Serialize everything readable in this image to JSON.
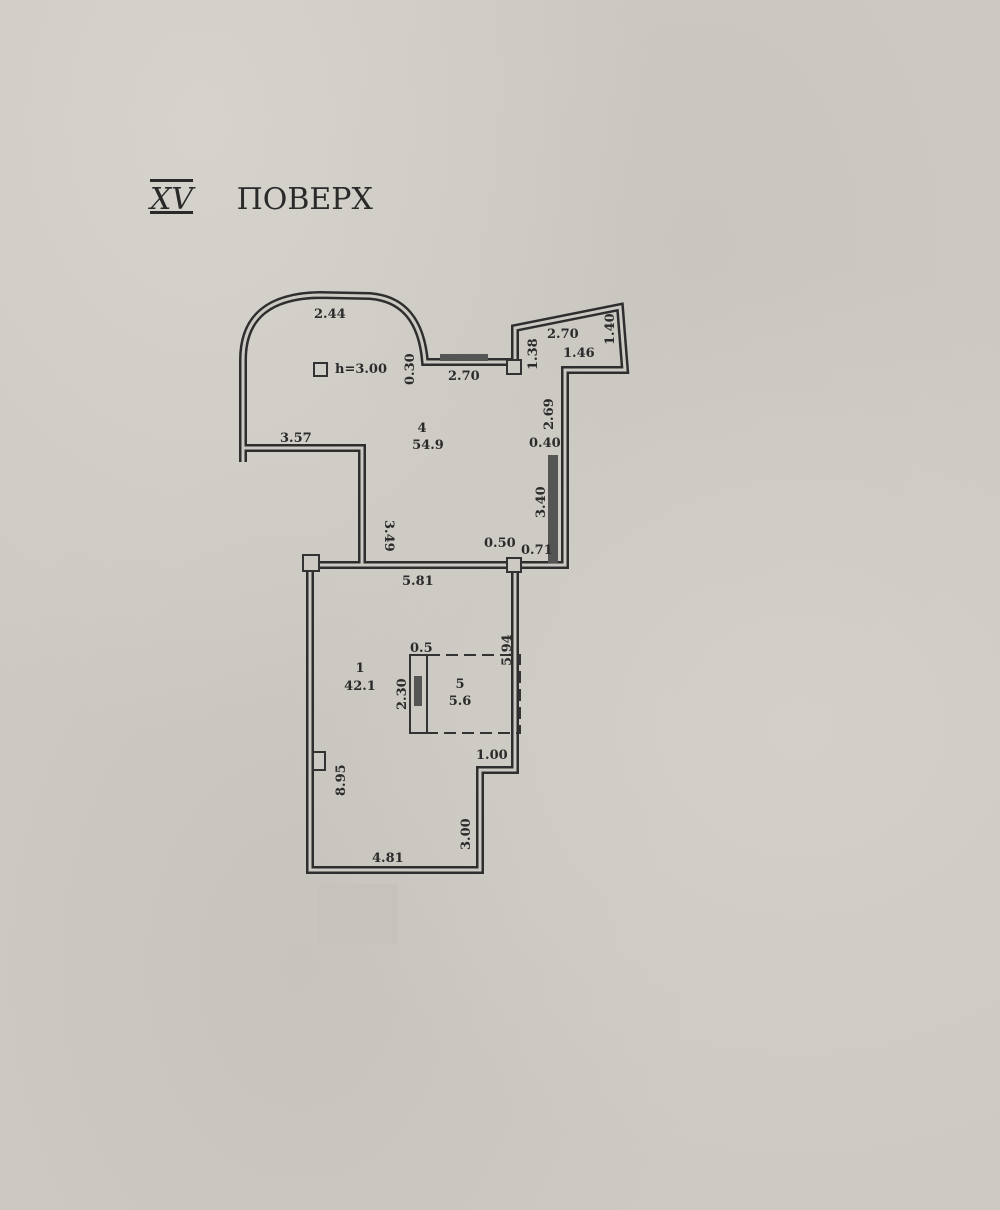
{
  "header": {
    "floor_number": "XV",
    "floor_word": "ПОВЕРХ"
  },
  "plan": {
    "ceiling_height": "h=3.00",
    "rooms": [
      {
        "number": "4",
        "area": "54.9"
      },
      {
        "number": "1",
        "area": "42.1"
      },
      {
        "number": "5",
        "area": "5.6"
      }
    ],
    "dimensions": {
      "arc_top": "2.44",
      "pier": "0.30",
      "window_top": "2.70",
      "niche_height": "1.38",
      "balcony_width": "2.70",
      "balcony_depth": "1.40",
      "balcony_inner": "1.46",
      "right_upper": "2.69",
      "right_offset": "0.40",
      "right_lower": "3.40",
      "column_gap": "0.50",
      "corner": "0.71",
      "left_step": "3.57",
      "left_step_height": "3.49",
      "middle_wall": "5.81",
      "closet_offset": "0.5",
      "closet_height": "2.30",
      "right_room1": "5.94",
      "step_width": "1.00",
      "lower_right": "3.00",
      "left_room1": "8.95",
      "bottom_wall": "4.81"
    }
  }
}
